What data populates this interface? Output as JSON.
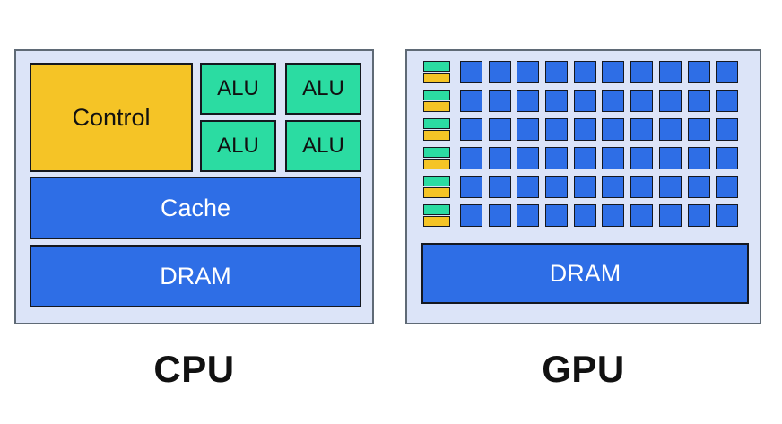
{
  "colors": {
    "panel_bg": "#dce4f8",
    "panel_border": "#5f6a76",
    "block_border": "#15181f",
    "yellow": "#f5c426",
    "green": "#2bdca2",
    "blue": "#2e6ee6",
    "text_dark": "#111111",
    "text_light": "#ffffff",
    "page_bg": "#ffffff"
  },
  "cpu": {
    "label": "CPU",
    "control": {
      "label": "Control"
    },
    "alu_labels": [
      "ALU",
      "ALU",
      "ALU",
      "ALU"
    ],
    "cache": {
      "label": "Cache"
    },
    "dram": {
      "label": "DRAM"
    }
  },
  "gpu": {
    "label": "GPU",
    "dram": {
      "label": "DRAM"
    },
    "grid": {
      "rows": 6,
      "columns": 10
    }
  }
}
